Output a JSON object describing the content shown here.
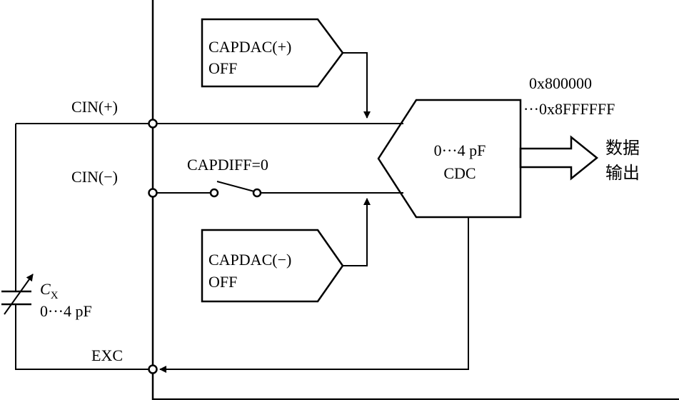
{
  "pins": {
    "cin_plus": "CIN(+)",
    "cin_minus": "CIN(−)",
    "exc": "EXC"
  },
  "capdac_plus": {
    "line1": "CAPDAC(+)",
    "line2": "OFF"
  },
  "capdac_minus": {
    "line1": "CAPDAC(−)",
    "line2": "OFF"
  },
  "switch_label": "CAPDIFF=0",
  "cdc": {
    "line1": "0···4 pF",
    "line2": "CDC"
  },
  "output_range": {
    "line1": "0x800000",
    "line2": "···0x8FFFFFF"
  },
  "data_output": {
    "line1": "数据",
    "line2": "输出"
  },
  "capacitor": {
    "name": "C",
    "subscript": "X",
    "range": "0···4 pF"
  }
}
